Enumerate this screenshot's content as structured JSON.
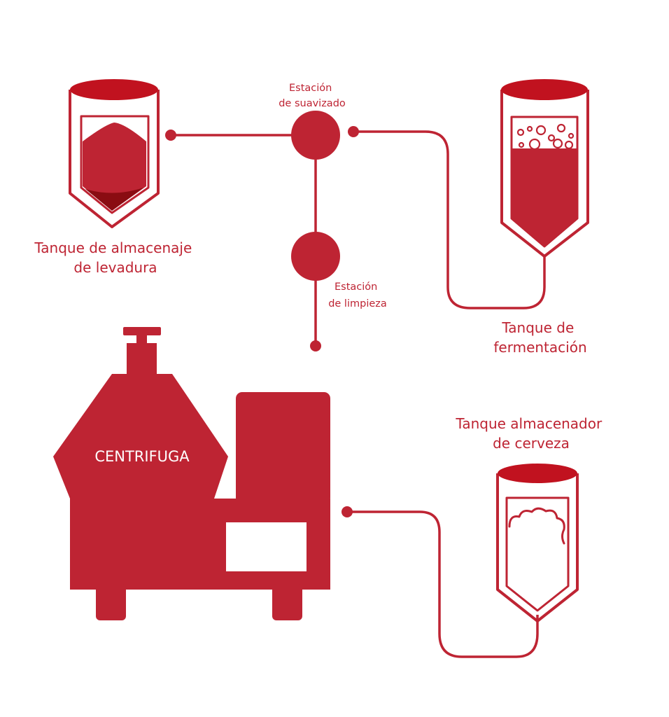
{
  "colors": {
    "primary": "#be2433",
    "dark": "#8a0c12",
    "top": "#c1121f",
    "background": "#ffffff"
  },
  "labels": {
    "yeast_tank": [
      "Tanque de almacenaje",
      "de levadura"
    ],
    "softening_station": [
      "Estación",
      "de suavizado"
    ],
    "cleaning_station": [
      "Estación",
      "de limpieza"
    ],
    "fermentation_tank": [
      "Tanque de",
      "fermentación"
    ],
    "beer_tank": [
      "Tanque almacenador",
      "de cerveza"
    ],
    "centrifuge": "CENTRIFUGA"
  },
  "icons": {
    "yeast_tank": "yeast-storage-tank-icon",
    "fermentation_tank": "fermentation-tank-icon",
    "beer_tank": "beer-storage-tank-icon",
    "centrifuge": "centrifuge-machine-icon",
    "softening_station": "softening-station-node",
    "cleaning_station": "cleaning-station-node"
  }
}
